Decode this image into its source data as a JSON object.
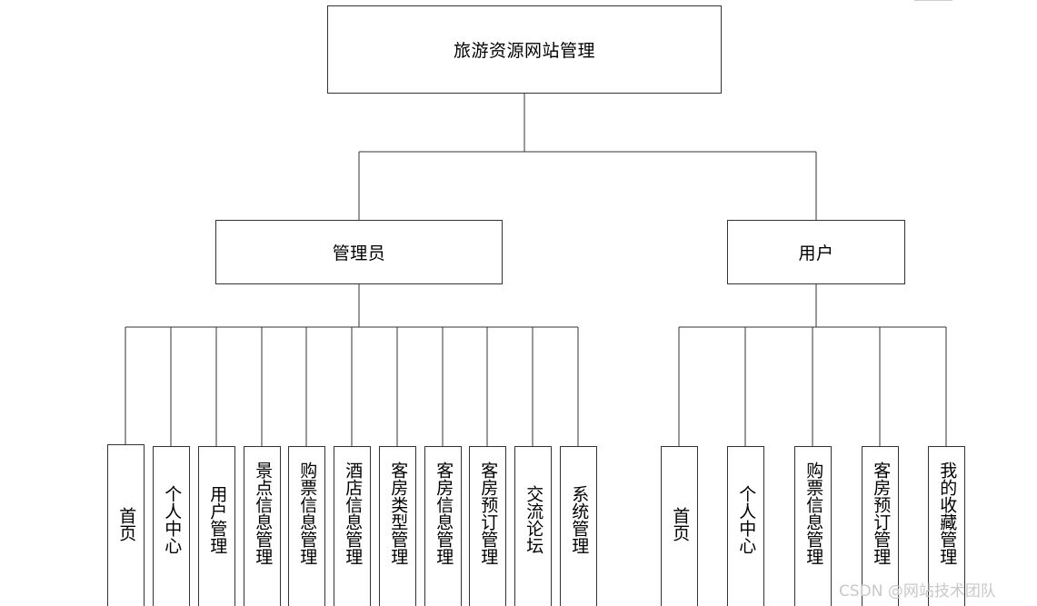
{
  "root": {
    "label": "旅游资源网站管理"
  },
  "branches": [
    {
      "label": "管理员",
      "children": [
        "首页",
        "个人中心",
        "用户管理",
        "景点信息管理",
        "购票信息管理",
        "酒店信息管理",
        "客房类型管理",
        "客房信息管理",
        "客房预订管理",
        "交流论坛",
        "系统管理"
      ]
    },
    {
      "label": "用户",
      "children": [
        "首页",
        "个人中心",
        "购票信息管理",
        "客房预订管理",
        "我的收藏管理"
      ]
    }
  ],
  "watermark": "CSDN @网站技术团队"
}
